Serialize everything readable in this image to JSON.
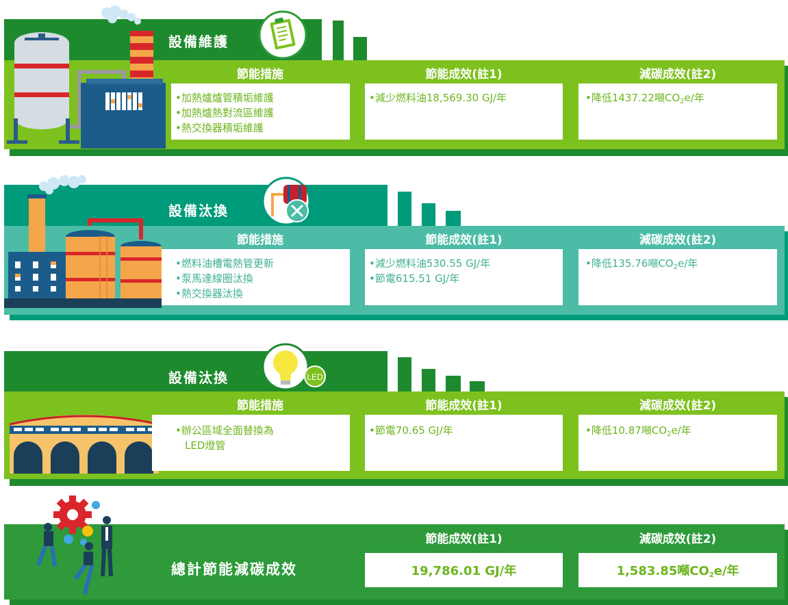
{
  "colors": {
    "green_dark": "#1e8a2e",
    "green_mid": "#2e9a3a",
    "green_bright": "#7dc11f",
    "teal_dark": "#009b7b",
    "teal_light": "#4cbca6",
    "text_green": "#6cb51d",
    "text_teal": "#3fb095"
  },
  "icons": [
    "clipboard-icon",
    "pump-replace-icon",
    "led-bulb-icon",
    "teamwork-gears-icon"
  ],
  "sections": [
    {
      "title": "設備維護",
      "headers": [
        "節能措施",
        "節能成效(註1)",
        "減碳成效(註2)"
      ],
      "measures": [
        "•加熱爐爐管積垢維護",
        "•加熱爐熱對流區維護",
        "•熱交換器積垢維護"
      ],
      "savings": [
        "•減少燃料油18,569.30 GJ/年"
      ],
      "carbon": {
        "prefix": "•降低1437.22噸CO",
        "sub": "2",
        "suffix": "e/年"
      }
    },
    {
      "title": "設備汰換",
      "headers": [
        "節能措施",
        "節能成效(註1)",
        "減碳成效(註2)"
      ],
      "measures": [
        "•燃料油槽電熱管更新",
        "•泵馬達線圈汰換",
        "•熱交換器汰換"
      ],
      "savings": [
        "•減少燃料油530.55 GJ/年",
        "•節電615.51 GJ/年"
      ],
      "carbon": {
        "prefix": "•降低135.76噸CO",
        "sub": "2",
        "suffix": "e/年"
      }
    },
    {
      "title": "設備汰換",
      "badge": "LED",
      "headers": [
        "節能措施",
        "節能成效(註1)",
        "減碳成效(註2)"
      ],
      "measures": [
        "•辦公區域全面替換為",
        "LED燈管"
      ],
      "savings": [
        "•節電70.65 GJ/年"
      ],
      "carbon": {
        "prefix": "•降低10.87噸CO",
        "sub": "2",
        "suffix": "e/年"
      }
    }
  ],
  "total": {
    "title": "總計節能減碳成效",
    "headers": [
      "節能成效(註1)",
      "減碳成效(註2)"
    ],
    "savings": "19,786.01 GJ/年",
    "carbon": {
      "prefix": "1,583.85噸CO",
      "sub": "2",
      "suffix": "e/年"
    }
  }
}
